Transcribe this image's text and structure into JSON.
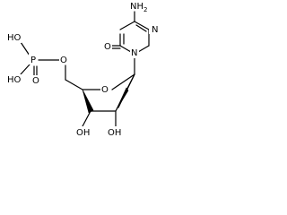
{
  "structure": {
    "atoms": {
      "amino": "NH",
      "amino_subscript": "2",
      "ring_n_top": "N",
      "carbonyl_o": "O",
      "ring_n1": "N",
      "ring_o": "O",
      "phosphate_p": "P",
      "ester_o": "O",
      "phosphate_oh_top": "HO",
      "phosphate_oh_bottom": "HO",
      "phosphate_o_double": "O",
      "oh_3": "OH",
      "oh_2": "OH"
    },
    "colors": {
      "bond": "#000000",
      "text": "#000000",
      "background": "#ffffff"
    }
  }
}
